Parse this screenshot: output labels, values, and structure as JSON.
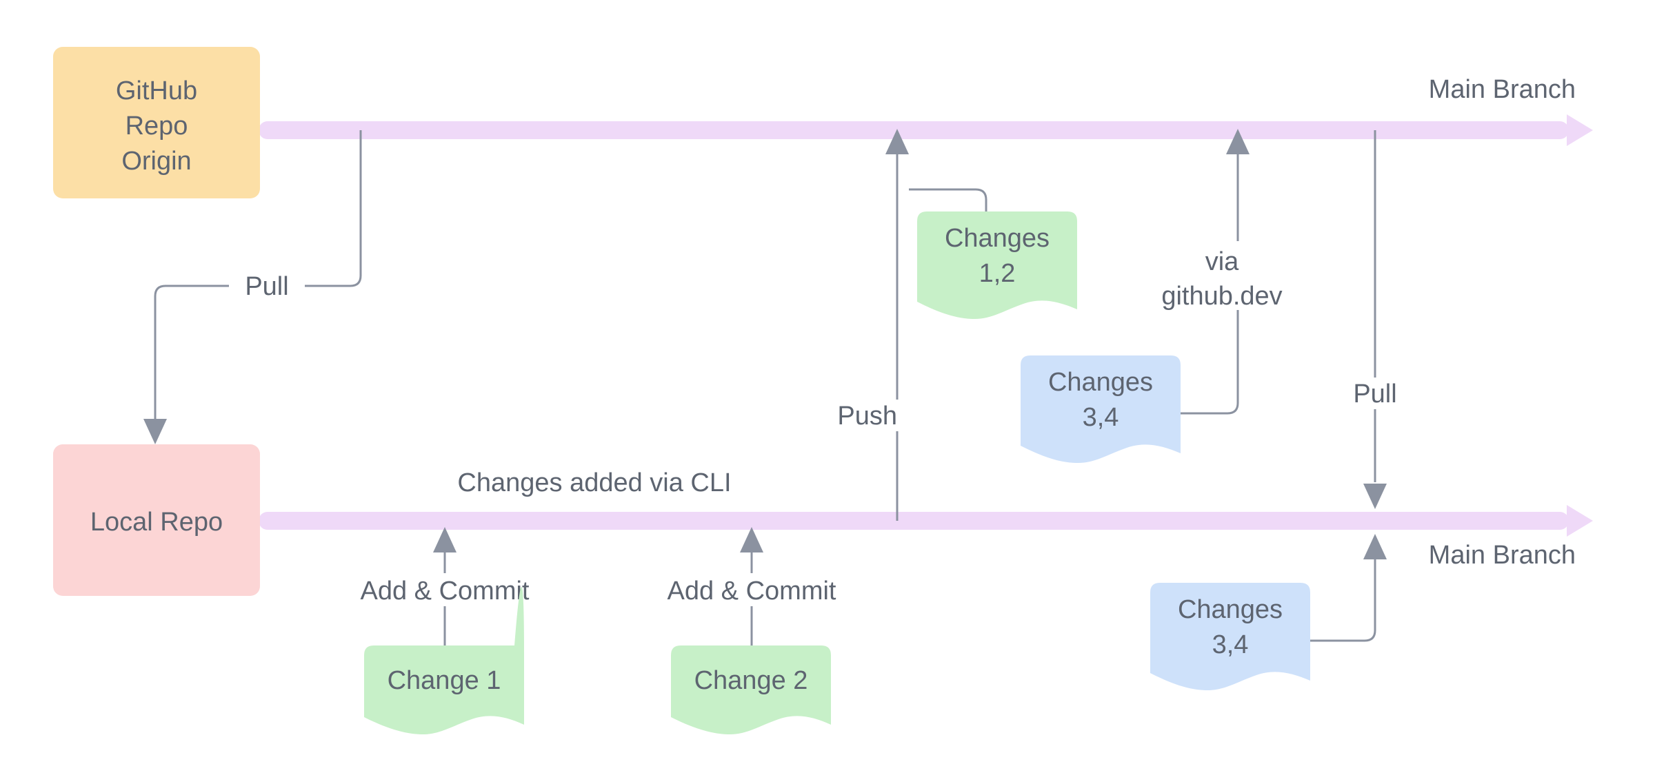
{
  "diagram": {
    "title": "Git workflow: GitHub Repo Origin and Local Repo branches",
    "background": "#ffffff",
    "colors": {
      "origin_box": "#fcdfa6",
      "local_box": "#fcd5d5",
      "branch_line": "#efd9f8",
      "note_green": "#c7f0c8",
      "note_blue": "#cee1fa",
      "edge_stroke": "#8b92a0",
      "text": "#5d6470"
    }
  },
  "nodes": {
    "origin": {
      "label_line1": "GitHub",
      "label_line2": "Repo",
      "label_line3": "Origin"
    },
    "local": {
      "label": "Local Repo"
    }
  },
  "branches": {
    "top": {
      "label": "Main Branch"
    },
    "bottom": {
      "label": "Main Branch",
      "note": "Changes added via CLI"
    }
  },
  "edges": {
    "pull_origin_to_local": {
      "label": "Pull"
    },
    "push_local_to_origin": {
      "label": "Push"
    },
    "via_github_dev_line1": {
      "label": "via"
    },
    "via_github_dev_line2": {
      "label": "github.dev"
    },
    "pull_origin_to_local_right": {
      "label": "Pull"
    },
    "add_commit_1": {
      "label": "Add & Commit"
    },
    "add_commit_2": {
      "label": "Add & Commit"
    }
  },
  "notes": {
    "changes_12": {
      "line1": "Changes",
      "line2": "1,2",
      "color": "green"
    },
    "changes_34_top": {
      "line1": "Changes",
      "line2": "3,4",
      "color": "blue"
    },
    "change_1": {
      "line1": "Change 1",
      "color": "green"
    },
    "change_2": {
      "line1": "Change 2",
      "color": "green"
    },
    "changes_34_bottom": {
      "line1": "Changes",
      "line2": "3,4",
      "color": "blue"
    }
  }
}
